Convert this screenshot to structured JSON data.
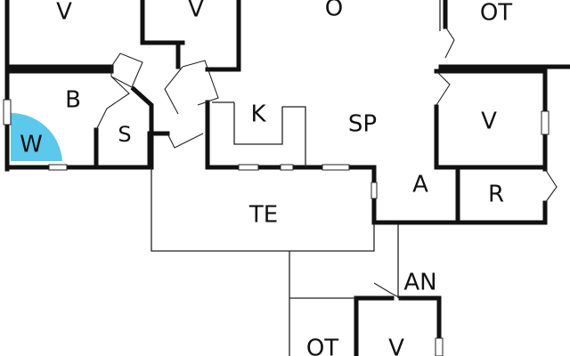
{
  "floorplan": {
    "colors": {
      "wall": "#111111",
      "line": "#222222",
      "background": "#ffffff",
      "washroom_fill": "#5bc8ec"
    },
    "rooms": {
      "v_top_left": "V",
      "v_top_middle": "V",
      "o_top": "O",
      "ot_top_right": "OT",
      "b": "B",
      "s": "S",
      "w": "W",
      "k": "K",
      "sp": "SP",
      "v_right": "V",
      "a": "A",
      "r": "R",
      "te": "TE",
      "an": "AN",
      "ot_bottom": "OT",
      "v_bottom": "V"
    }
  }
}
